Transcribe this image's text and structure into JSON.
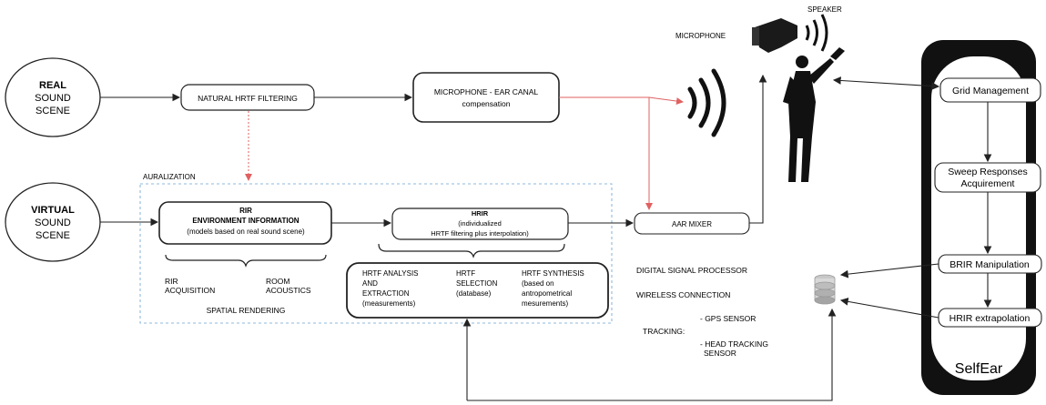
{
  "scenes": {
    "real": {
      "line1": "REAL",
      "line2": "SOUND",
      "line3": "SCENE"
    },
    "virtual": {
      "line1": "VIRTUAL",
      "line2": "SOUND",
      "line3": "SCENE"
    }
  },
  "boxes": {
    "natural_hrtf": "NATURAL HRTF FILTERING",
    "mic_ear_canal": {
      "line1": "MICROPHONE - EAR CANAL",
      "line2": "compensation"
    },
    "rir": {
      "line1": "RIR",
      "line2": "ENVIRONMENT INFORMATION",
      "line3": "(models based on real sound scene)"
    },
    "hrir": {
      "line1": "HRIR",
      "line2": "(individualized",
      "line3": "HRTF filtering plus interpolation)"
    },
    "aar_mixer": "AAR MIXER"
  },
  "labels": {
    "auralization": "AURALIZATION",
    "rir_acquisition": [
      "RIR",
      "ACQUISITION"
    ],
    "room_acoustics": [
      "ROOM",
      "ACOUSTICS"
    ],
    "spatial_rendering": "SPATIAL RENDERING",
    "hrtf_analysis": [
      "HRTF ANALYSIS",
      "AND",
      "EXTRACTION",
      "(measurements)"
    ],
    "hrtf_selection": [
      "HRTF",
      "SELECTION",
      "(database)"
    ],
    "hrtf_synthesis": [
      "HRTF SYNTHESIS",
      "(based on",
      "antropometrical",
      "mesurements)"
    ],
    "dsp": "DIGITAL SIGNAL PROCESSOR",
    "wireless": "WIRELESS CONNECTION",
    "tracking": "TRACKING:",
    "gps": "- GPS SENSOR",
    "head_tracking": [
      "- HEAD TRACKING",
      "SENSOR"
    ],
    "microphone": "MICROPHONE",
    "speaker": "SPEAKER"
  },
  "selfear": {
    "title": "SelfEar",
    "steps": {
      "grid": "Grid Management",
      "sweep": [
        "Sweep Responses",
        "Acquirement"
      ],
      "brir": "BRIR Manipulation",
      "hrir_extrap": "HRIR extrapolation"
    }
  },
  "colors": {
    "line": "#222222",
    "red_arrow": "#e06060",
    "dashed_box": "#8fb8dd"
  }
}
